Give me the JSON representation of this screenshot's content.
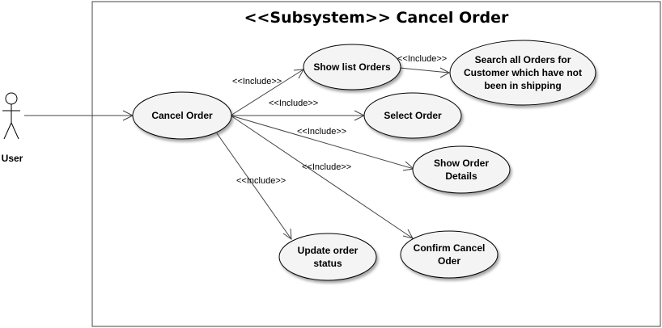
{
  "subsystem": {
    "title": "<<Subsystem>> Cancel Order"
  },
  "actor": {
    "name": "User"
  },
  "use_cases": {
    "cancel_order": [
      "Cancel Order"
    ],
    "show_list_orders": [
      "Show list Orders"
    ],
    "search_all_orders": [
      "Search all Orders for",
      "Customer which have not",
      "been in shipping"
    ],
    "select_order": [
      "Select Order"
    ],
    "show_order_details": [
      "Show Order",
      "Details"
    ],
    "update_order_status": [
      "Update order",
      "status"
    ],
    "confirm_cancel_order": [
      "Confirm Cancel",
      "Oder"
    ]
  },
  "relations": {
    "include_label": "<<Include>>"
  }
}
